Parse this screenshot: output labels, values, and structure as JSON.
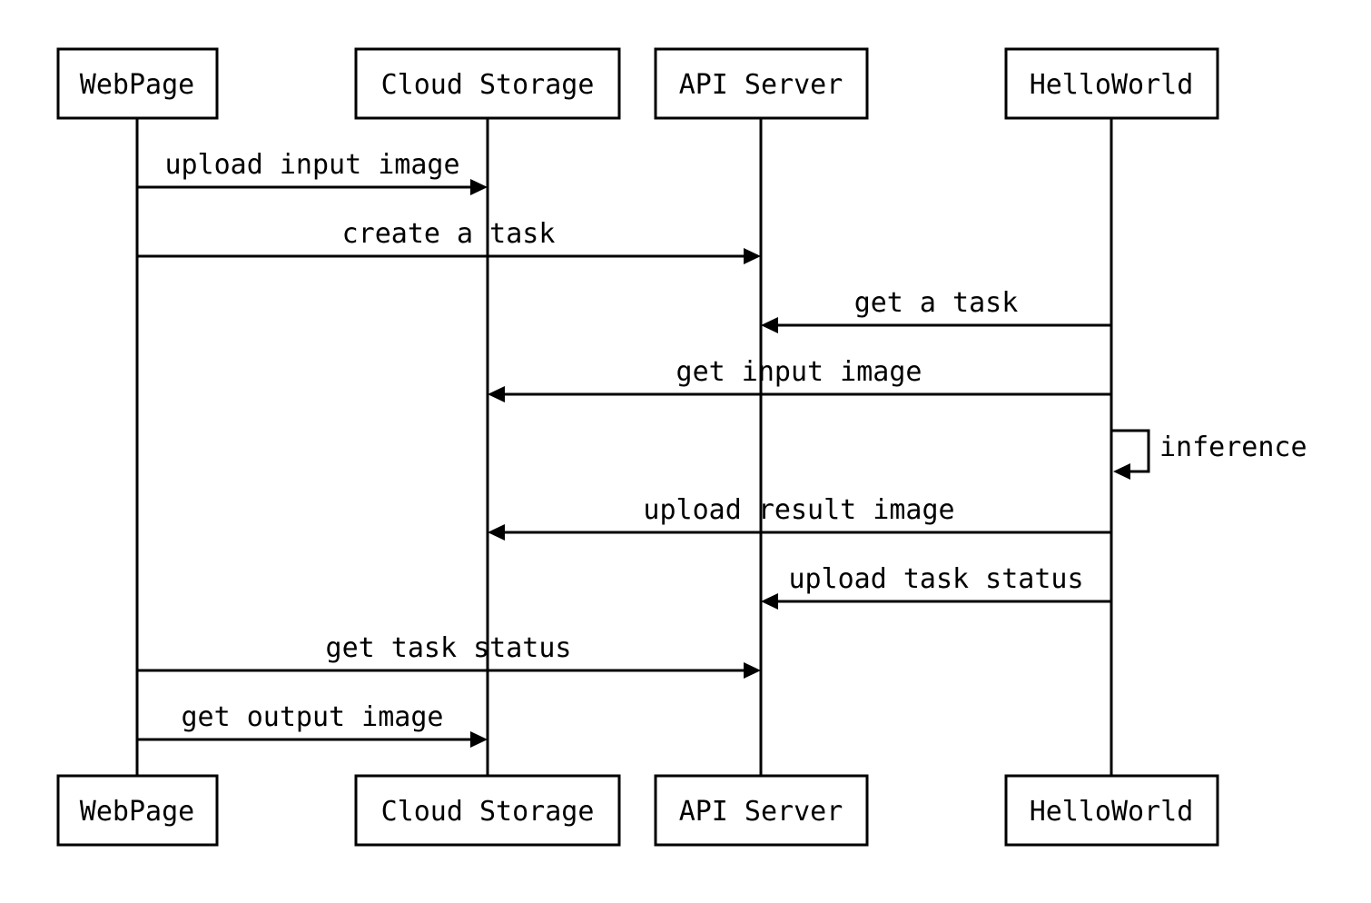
{
  "participants": {
    "webpage": "WebPage",
    "cloud_storage": "Cloud Storage",
    "api_server": "API Server",
    "helloworld": "HelloWorld"
  },
  "messages": [
    {
      "id": "upload-input-image",
      "from": "webpage",
      "to": "cloud_storage",
      "label": "upload input image"
    },
    {
      "id": "create-a-task",
      "from": "webpage",
      "to": "api_server",
      "label": "create a task"
    },
    {
      "id": "get-a-task",
      "from": "helloworld",
      "to": "api_server",
      "label": "get a task"
    },
    {
      "id": "get-input-image",
      "from": "helloworld",
      "to": "cloud_storage",
      "label": "get input image"
    },
    {
      "id": "inference",
      "from": "helloworld",
      "to": "helloworld",
      "label": "inference"
    },
    {
      "id": "upload-result-image",
      "from": "helloworld",
      "to": "cloud_storage",
      "label": "upload result image"
    },
    {
      "id": "upload-task-status",
      "from": "helloworld",
      "to": "api_server",
      "label": "upload task status"
    },
    {
      "id": "get-task-status",
      "from": "webpage",
      "to": "api_server",
      "label": "get task status"
    },
    {
      "id": "get-output-image",
      "from": "webpage",
      "to": "cloud_storage",
      "label": "get output image"
    }
  ]
}
